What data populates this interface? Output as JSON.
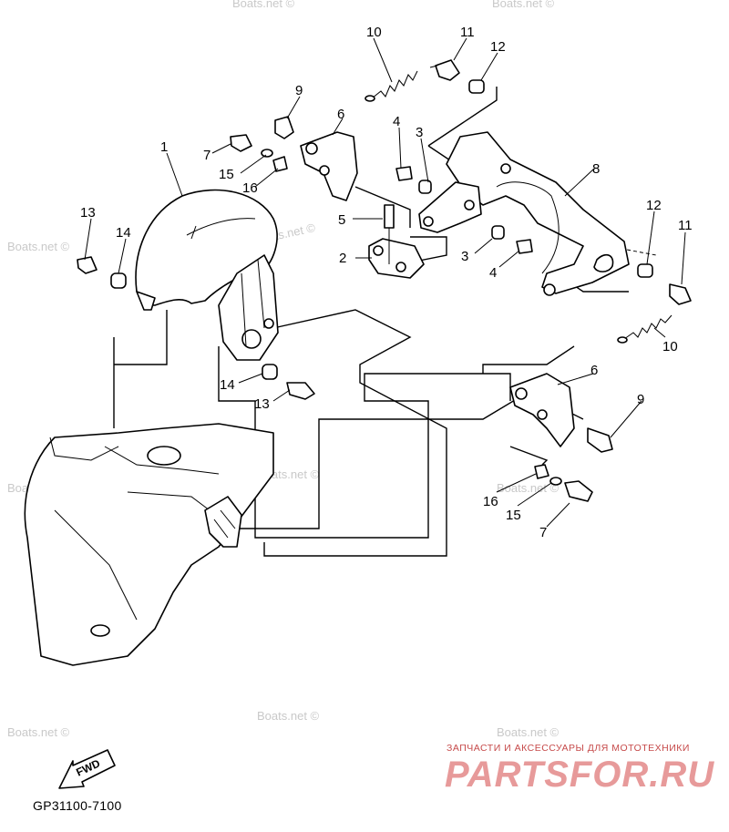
{
  "diagram": {
    "callouts": {
      "c1": "1",
      "c2": "2",
      "c3a": "3",
      "c3b": "3",
      "c4a": "4",
      "c4b": "4",
      "c5": "5",
      "c6a": "6",
      "c6b": "6",
      "c7a": "7",
      "c7b": "7",
      "c8": "8",
      "c9a": "9",
      "c9b": "9",
      "c10a": "10",
      "c10b": "10",
      "c11a": "11",
      "c11b": "11",
      "c12a": "12",
      "c12b": "12",
      "c13a": "13",
      "c13b": "13",
      "c14a": "14",
      "c14b": "14",
      "c15a": "15",
      "c15b": "15",
      "c16a": "16",
      "c16b": "16"
    },
    "fwd_label": "FWD",
    "diagram_code": "GP31100-7100",
    "watermark": "Boats.net ©",
    "brand_tagline": "ЗАПЧАСТИ И АКСЕССУАРЫ ДЛЯ МОТОТЕХНИКИ",
    "brand_name": "PARTSFOR.RU"
  }
}
